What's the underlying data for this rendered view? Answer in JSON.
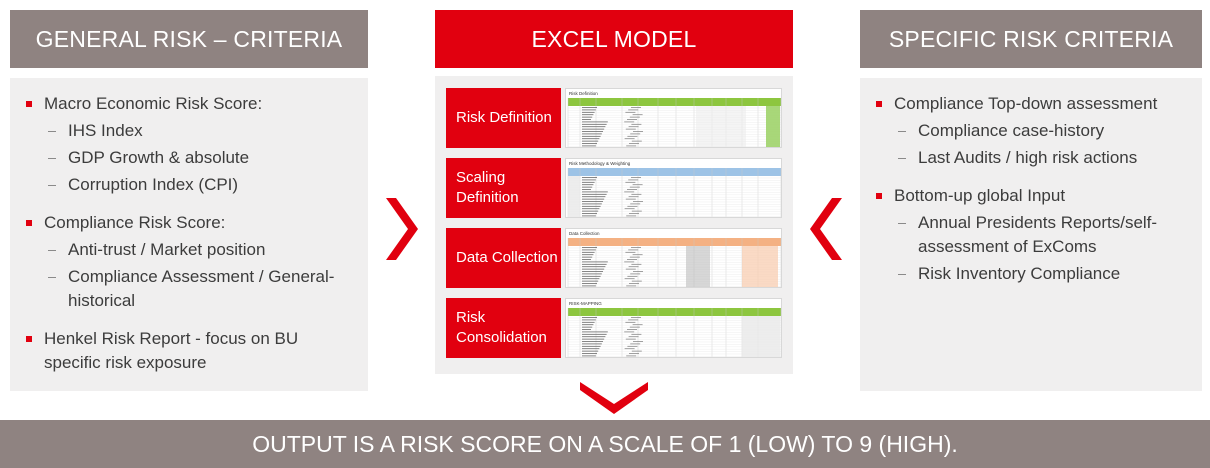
{
  "general": {
    "title": "GENERAL RISK – CRITERIA",
    "items": [
      {
        "label": "Macro Economic Risk Score:",
        "subs": [
          "IHS Index",
          "GDP Growth & absolute",
          "Corruption Index (CPI)"
        ]
      },
      {
        "label": "Compliance Risk Score:",
        "subs": [
          "Anti-trust / Market position",
          "Compliance Assessment / General-historical"
        ]
      },
      {
        "label": "Henkel Risk Report - focus on BU specific risk exposure",
        "subs": []
      }
    ]
  },
  "excel": {
    "title": "EXCEL MODEL",
    "steps": [
      {
        "label": "Risk Definition",
        "thumb_title": "Risk Definition",
        "header_color": "#8dc63f"
      },
      {
        "label": "Scaling Definition",
        "thumb_title": "Risk Methodology & Weighting",
        "header_color": "#9dc3e6"
      },
      {
        "label": "Data Collection",
        "thumb_title": "Data Collection",
        "header_color": "#f4b183"
      },
      {
        "label": "Risk Consolidation",
        "thumb_title": "RISK-MAPPING",
        "header_color": "#8dc63f"
      }
    ]
  },
  "specific": {
    "title": "SPECIFIC RISK CRITERIA",
    "items": [
      {
        "label": "Compliance Top-down assessment",
        "subs": [
          "Compliance case-history",
          "Last Audits / high risk actions"
        ]
      },
      {
        "label": "Bottom-up global Input",
        "subs": [
          "Annual Presidents Reports/self-assessment of ExComs",
          "Risk Inventory Compliance"
        ]
      }
    ]
  },
  "arrows": {
    "color": "#e1000f",
    "left": "chevron-right",
    "right": "chevron-left",
    "down": "chevron-down"
  },
  "output": {
    "text": "OUTPUT IS A RISK SCORE ON A SCALE OF 1 (LOW) TO 9 (HIGH)."
  },
  "colors": {
    "red": "#e1000f",
    "gray": "#8f8381",
    "panel": "#f0efef"
  }
}
